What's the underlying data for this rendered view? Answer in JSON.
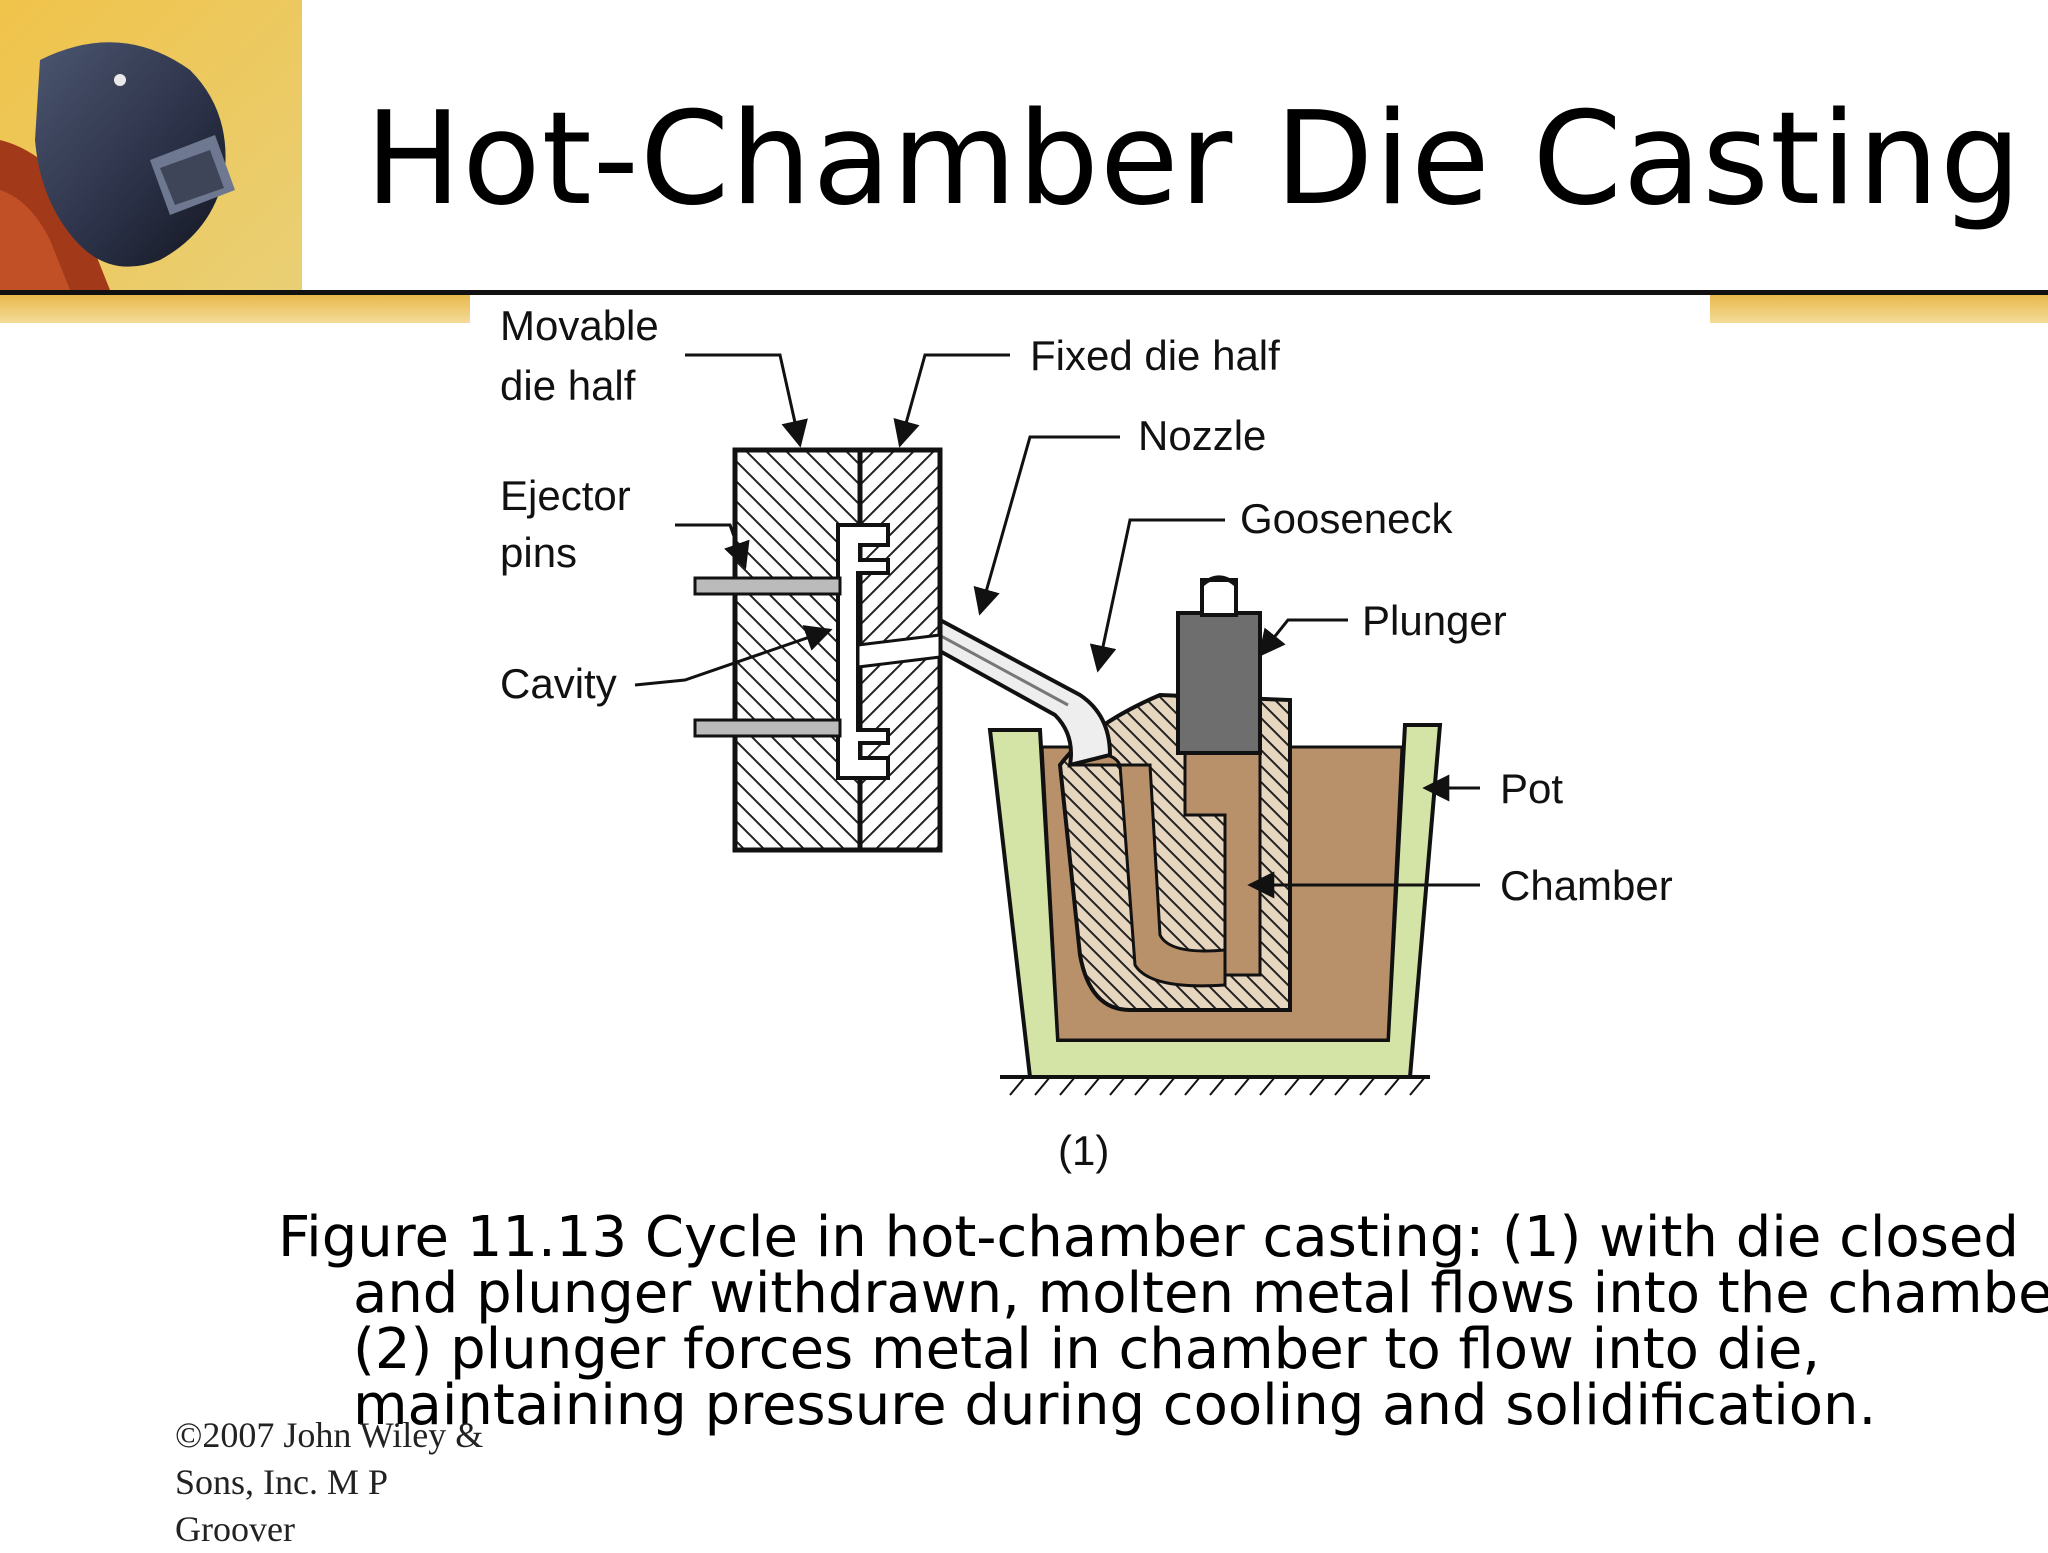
{
  "slide": {
    "title": "Hot-Chamber Die Casting",
    "caption_lines": [
      "Figure 11.13  Cycle in hot-chamber casting: (1) with die closed",
      "and plunger withdrawn, molten metal flows into the chamber",
      "(2) plunger forces metal in chamber to flow into die,",
      "maintaining pressure during cooling and solidification."
    ],
    "copyright_lines": [
      "©2007 John Wiley &",
      "Sons, Inc.  M P",
      "Groover"
    ],
    "accent_color": "#d9a73a",
    "photo_icon": "welder-helmet-photo"
  },
  "diagram": {
    "labels": {
      "movable_1": "Movable",
      "movable_2": "die half",
      "fixed": "Fixed die half",
      "nozzle": "Nozzle",
      "gooseneck": "Gooseneck",
      "ejector_1": "Ejector",
      "ejector_2": "pins",
      "plunger": "Plunger",
      "cavity": "Cavity",
      "pot": "Pot",
      "chamber": "Chamber",
      "panel": "(1)"
    },
    "colors": {
      "pot": "#d4e3a6",
      "molten_metal": "#b8916a",
      "plunger": "#6e6e6e"
    }
  }
}
